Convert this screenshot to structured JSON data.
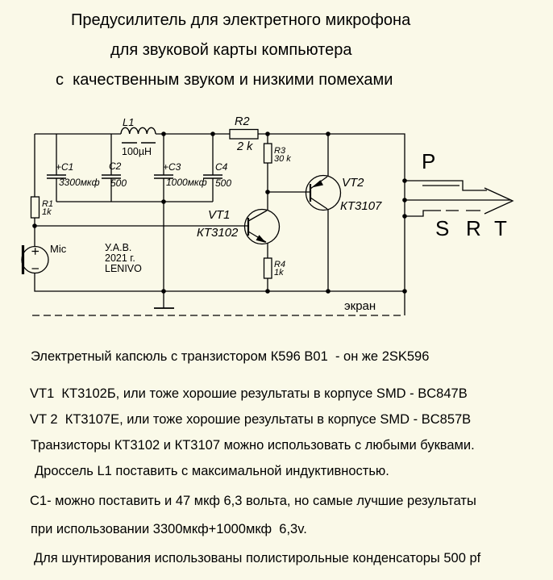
{
  "title": {
    "line1": "Предусилитель для электретного микрофона",
    "line2": "для звуковой карты компьютера",
    "line3": "с  качественным звуком и низкими помехами"
  },
  "schematic": {
    "inductor_L1": {
      "name": "L1",
      "value": "100µH"
    },
    "resistor_R1": {
      "name": "R1",
      "value": "1k"
    },
    "resistor_R2": {
      "name": "R2",
      "value": "2 k"
    },
    "resistor_R3": {
      "name": "R3",
      "value": "30 k"
    },
    "resistor_R4": {
      "name": "R4",
      "value": "1k"
    },
    "capacitor_C1": {
      "name": "+C1",
      "value": "3300мкф"
    },
    "capacitor_C2": {
      "name": "C2",
      "value": "500"
    },
    "capacitor_C3": {
      "name": "+C3",
      "value": "1000мкф"
    },
    "capacitor_C4": {
      "name": "C4",
      "value": "500"
    },
    "transistor_VT1": {
      "name": "VT1",
      "part": "КТ3102"
    },
    "transistor_VT2": {
      "name": "VT2",
      "part": "КТ3107"
    },
    "mic": {
      "label": "Mic",
      "plus": "+",
      "minus": "–"
    },
    "author": {
      "line1": "У.А.В.",
      "line2": "2021 г.",
      "line3": "LENIVO"
    },
    "plug": {
      "p": "P",
      "s": "S",
      "r": "R",
      "t": "T"
    },
    "shield_label": "экран"
  },
  "notes": [
    "Электретный капсюль с транзистором К596 В01  - он же 2SK596",
    "VT1  КТ3102Б, или тоже хорошие результаты в корпусе SMD - BC847B",
    "VT 2  КТ3107Е, или тоже хорошие результаты в корпусе SMD - BC857B",
    "Транзисторы КТ3102 и КТ3107 можно использовать с любыми буквами.",
    "Дроссель L1 поставить с максимальной индуктивностью.",
    "С1- можно поставить и 47 мкф 6,3 вольта, но самые лучшие результаты",
    "при использовании 3300мкф+1000мкф  6,3v.",
    "Для шунтирования использованы полистирольные конденсаторы 500 pf"
  ]
}
